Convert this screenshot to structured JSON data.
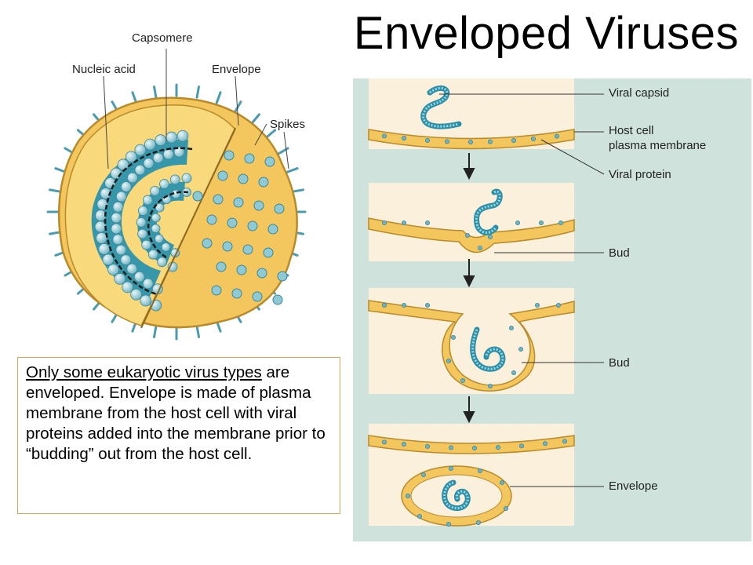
{
  "title": "Enveloped Viruses",
  "labels": {
    "capsomere": "Capsomere",
    "nucleic_acid": "Nucleic acid",
    "envelope_top": "Envelope",
    "spikes": "Spikes",
    "viral_capsid": "Viral capsid",
    "host_cell": "Host cell",
    "plasma_membrane": "plasma membrane",
    "viral_protein": "Viral protein",
    "bud_1": "Bud",
    "bud_2": "Bud",
    "envelope_bottom": "Envelope"
  },
  "description": {
    "underlined": "Only some eukaryotic virus types",
    "rest": "are enveloped.  Envelope is made of plasma membrane from the host cell with viral proteins added into the membrane prior to “budding” out from the host cell."
  },
  "colors": {
    "envelope_yellow": "#f3c75e",
    "inner_yellow": "#fae3a2",
    "capsid_blue": "#8ec9d4",
    "nucleic_teal": "#1f8fae",
    "panel_bg": "#cfe3dc",
    "cell_bg": "#fbf0dc"
  }
}
